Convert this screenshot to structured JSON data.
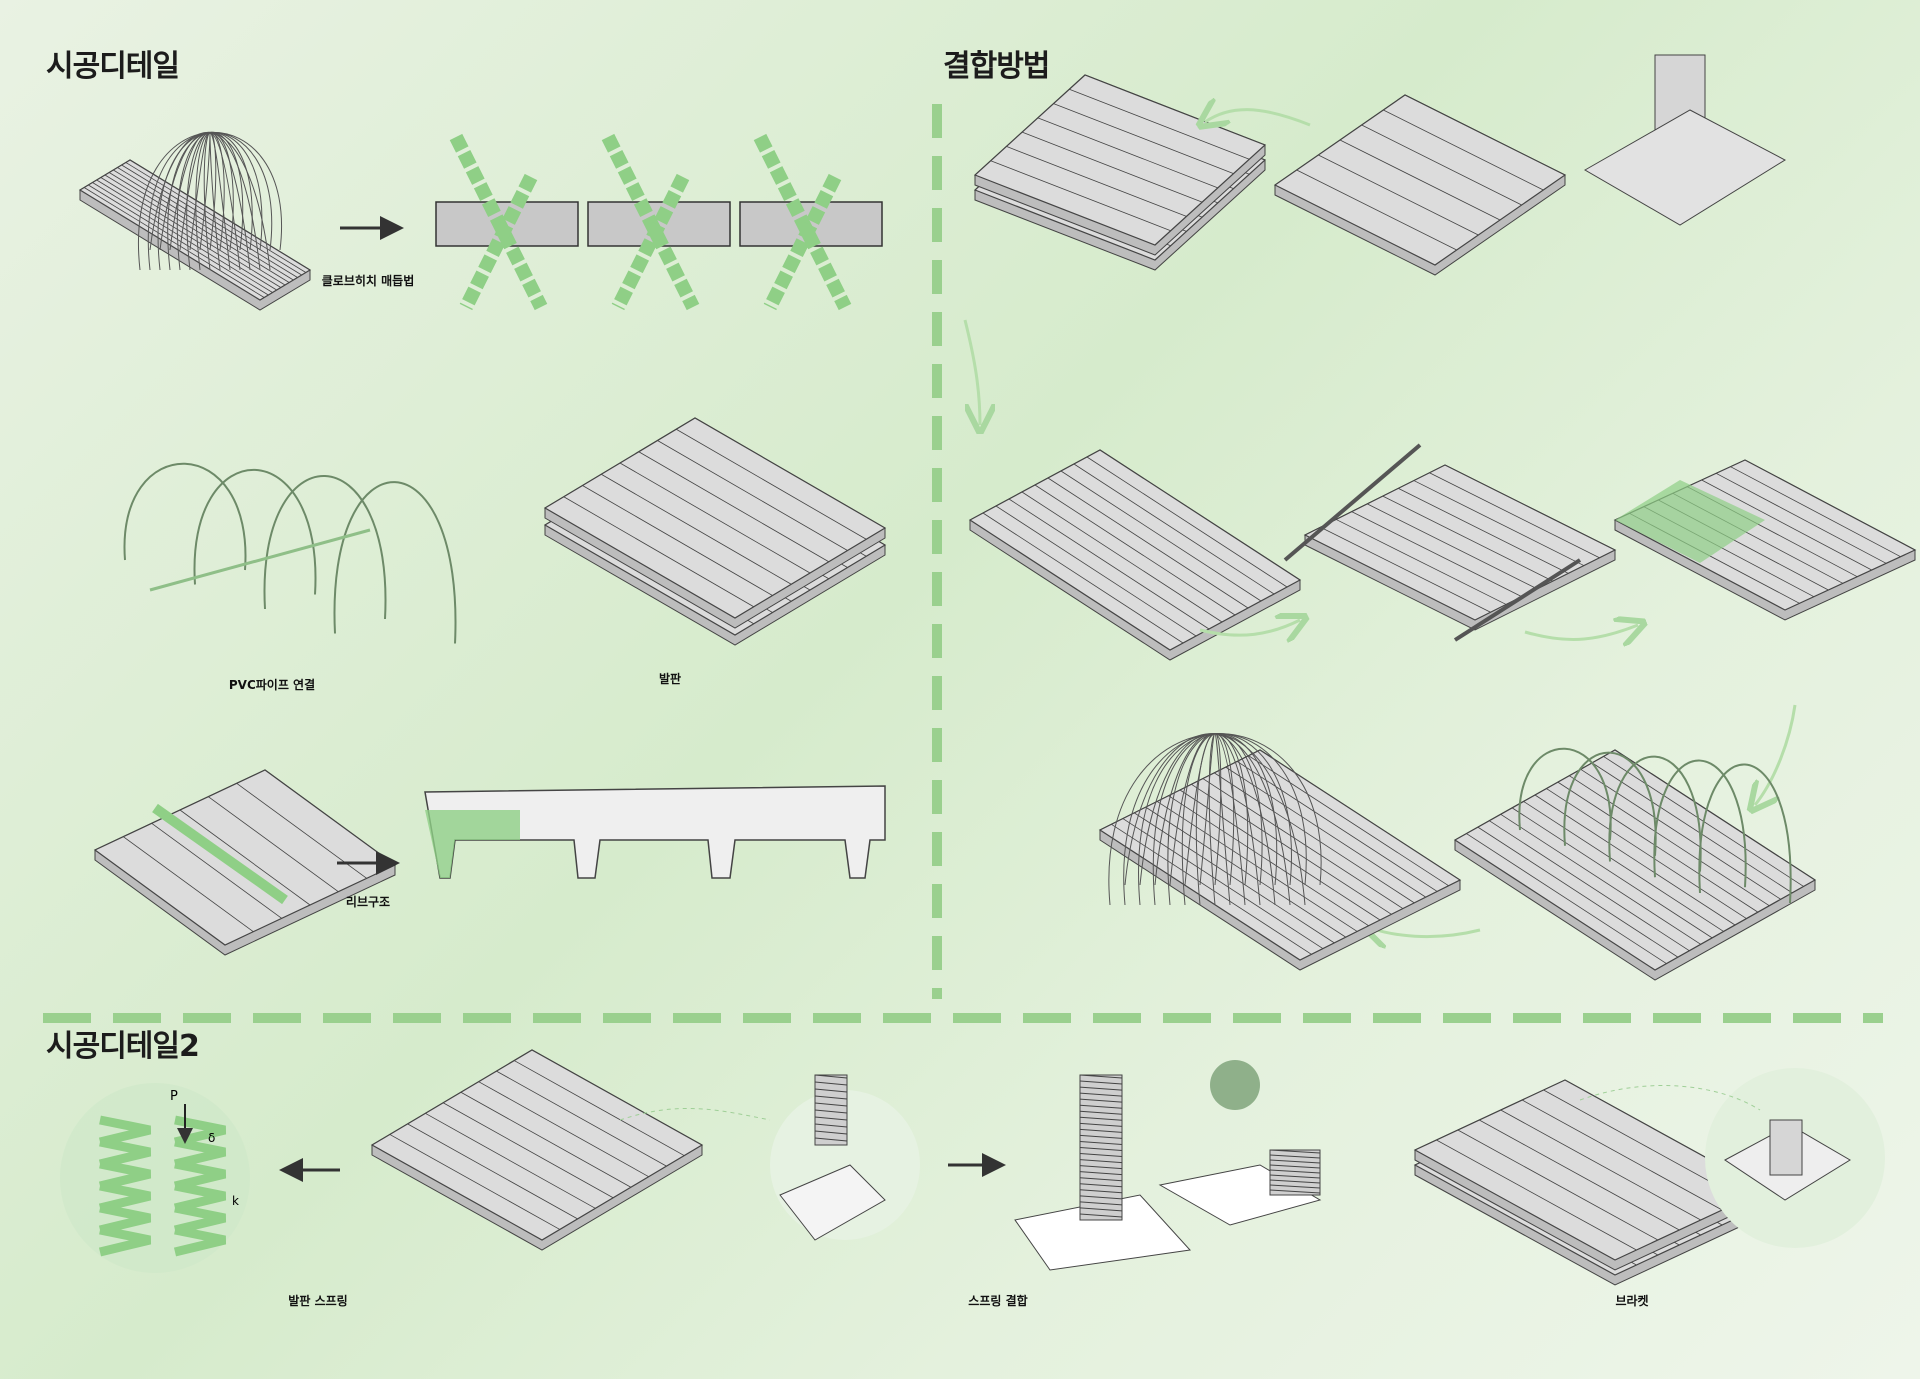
{
  "sections": {
    "construction_detail": "시공디테일",
    "joining_method": "결합방법",
    "construction_detail_2": "시공디테일2"
  },
  "labels": {
    "clove_hitch": "클로브히치 매듭법",
    "pvc_pipe": "PVC파이프 연결",
    "deck": "발판",
    "rib": "리브구조",
    "deck_spring": "발판 스프링",
    "spring_join": "스프링 결합",
    "bracket": "브라켓"
  },
  "spring_diagram": {
    "load": "P",
    "deflection": "δ",
    "stiffness": "k"
  },
  "colors": {
    "accent": "#8fcf86",
    "line": "#444444",
    "board": "#dcdcdc"
  }
}
